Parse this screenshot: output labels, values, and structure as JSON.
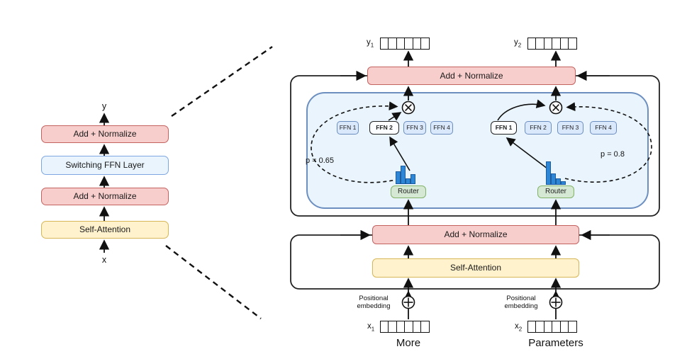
{
  "colors": {
    "add_norm_fill": "#F8CECC",
    "add_norm_border": "#C26360",
    "switch_ffn_fill": "#E9F4FC",
    "switch_ffn_border": "#7EA6E0",
    "self_attn_fill": "#FFF2CC",
    "self_attn_border": "#D6B656",
    "ffn_box_fill": "#DAE8FC",
    "ffn_box_border": "#6C8EBF",
    "expert_container_fill": "#E9F4FC",
    "expert_container_border": "#6D8FC0",
    "router_fill": "#D5E8D4",
    "router_border": "#82B366",
    "histogram_fill": "#2E86D6",
    "histogram_border": "#1C5C9E"
  },
  "left_diagram": {
    "output_label": "y",
    "input_label": "x",
    "blocks": [
      {
        "label": "Add + Normalize"
      },
      {
        "label": "Switching FFN Layer"
      },
      {
        "label": "Add + Normalize"
      },
      {
        "label": "Self-Attention"
      }
    ]
  },
  "right_diagram": {
    "token_cells": 6,
    "outputs": {
      "y1": {
        "base": "y",
        "sub": "1"
      },
      "y2": {
        "base": "y",
        "sub": "2"
      }
    },
    "inputs": {
      "x1": {
        "base": "x",
        "sub": "1"
      },
      "x2": {
        "base": "x",
        "sub": "2"
      }
    },
    "add_normalize_top_label": "Add + Normalize",
    "add_normalize_bottom_label": "Add + Normalize",
    "self_attention_label": "Self-Attention",
    "positional_embedding_label": "Positional embedding",
    "caption": {
      "left": "More",
      "right": "Parameters"
    },
    "experts_left": {
      "ffn_labels": [
        "FFN 1",
        "FFN 2",
        "FFN 3",
        "FFN 4"
      ],
      "selected": "FFN 2",
      "router_label": "Router",
      "probability_label": "p = 0.65",
      "router_distribution": [
        0.69,
        1.0,
        0.31,
        0.54
      ]
    },
    "experts_right": {
      "ffn_labels": [
        "FFN 1",
        "FFN 2",
        "FFN 3",
        "FFN 4"
      ],
      "selected": "FFN 1",
      "router_label": "Router",
      "probability_label": "p = 0.8",
      "router_distribution": [
        1.0,
        0.48,
        0.27,
        0.15
      ]
    }
  }
}
